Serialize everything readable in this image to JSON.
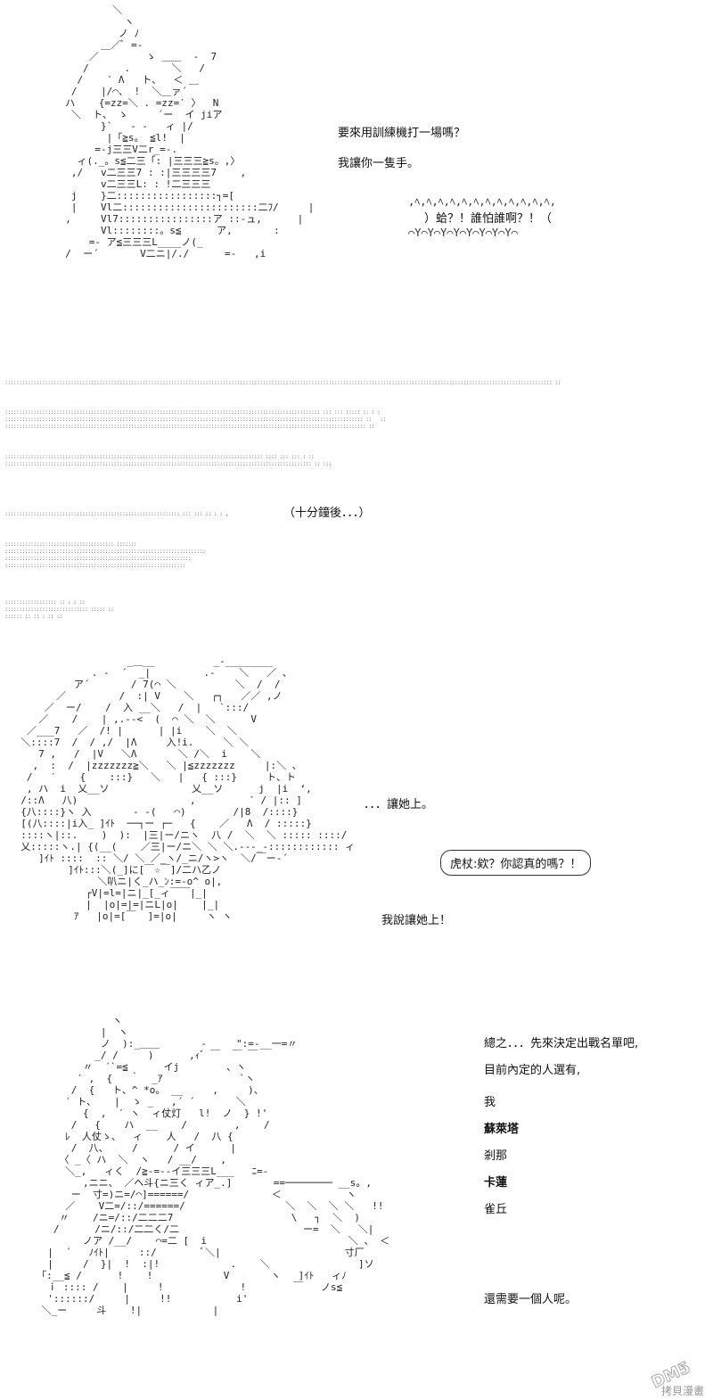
{
  "section1": {
    "lines": [
      "要來用訓練機打一場嗎？",
      "我讓你一隻手。"
    ],
    "shout": "）蛤？！誰怕誰啊？！（"
  },
  "time_skip": "（十分鐘後．．．）",
  "section2": {
    "line1": "．．．讓她上。",
    "bubble": "虎杖:欸？你認真的嗎？！",
    "line2": "我說讓她上！"
  },
  "section3": {
    "intro": [
      "總之．．．先來決定出戰名單吧,",
      "目前內定的人選有,"
    ],
    "roster": [
      {
        "name": "我",
        "bold": false
      },
      {
        "name": "蘇萊塔",
        "bold": true
      },
      {
        "name": "剎那",
        "bold": false
      },
      {
        "name": "卡蓮",
        "bold": true
      },
      {
        "name": "雀丘",
        "bold": false
      }
    ],
    "outro": "還需要一個人呢。"
  },
  "watermark": {
    "text": "拷貝漫畫",
    "logo": "DM5"
  },
  "colors": {
    "text": "#111111",
    "art": "#222222",
    "background": "#ffffff"
  }
}
